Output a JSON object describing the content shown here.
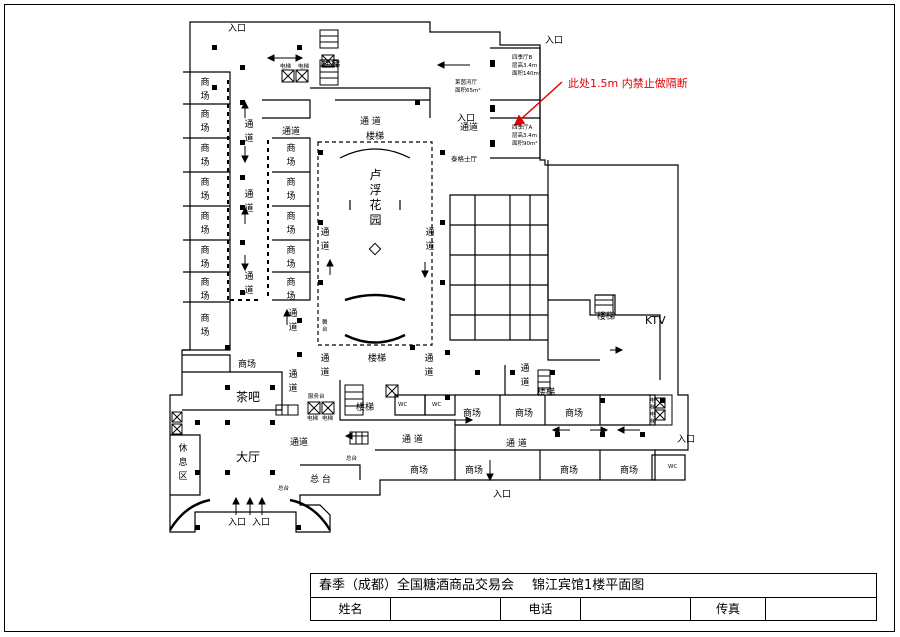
{
  "title": {
    "main": "春季（成都）全国糖酒商品交易会",
    "sub": "锦江宾馆1楼平面图"
  },
  "form_fields": {
    "name": "姓名",
    "phone": "电话",
    "fax": "传真"
  },
  "annotation": "此处1.5m 内禁止做隔断",
  "labels": {
    "entrance": "入口",
    "mall": "商场",
    "corridor": "通道",
    "passage": "通 道",
    "stairs": "楼梯",
    "garden": "卢浮花园",
    "tea_bar": "茶吧",
    "lobby": "大厅",
    "rest_area": "休息区",
    "ktv": "KTV",
    "wc": "WC",
    "elevator": "电梯",
    "front_desk": "总台",
    "service_desk": "服务台",
    "total_desk": "总 台",
    "side_desk": "总台",
    "hall_a": "四季厅A",
    "hall_b": "四季厅B",
    "hall_a_height": "层高3.4m",
    "hall_a_area": "面积90m²",
    "hall_b_height": "层高3.4m",
    "hall_b_area": "面积140m²",
    "room_laixin": "莱茵河厅",
    "room_laixin_area": "面积65m²",
    "room_taige": "泰格士厅",
    "side_stairs_v": "楼梯",
    "stage_v": "舞台",
    "elevator_v": "电梯电梯"
  },
  "colors": {
    "line": "#000000",
    "annotation": "#e00000",
    "fill_dark": "#000000"
  }
}
